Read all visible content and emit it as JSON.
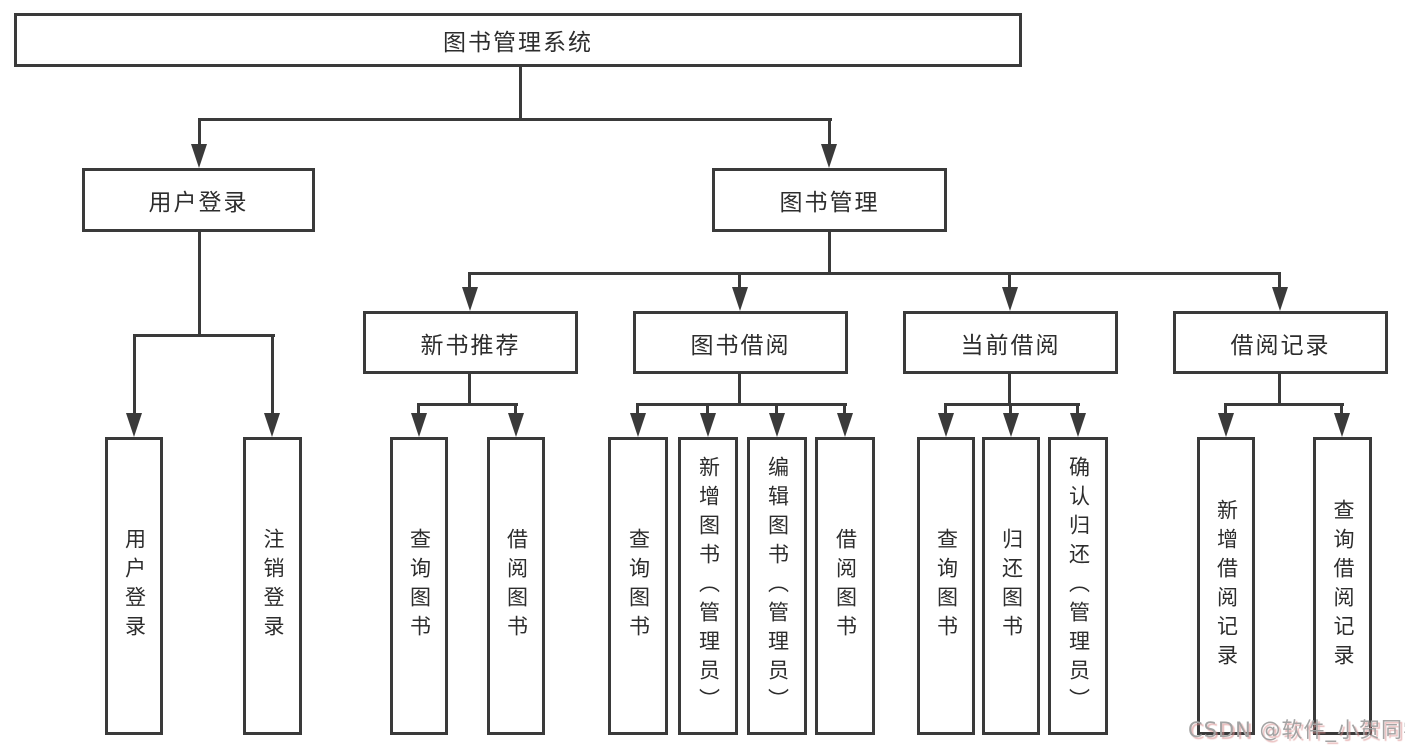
{
  "diagram": {
    "title_node": "图书管理系统",
    "root": {
      "label": "图书管理系统"
    },
    "level2": [
      {
        "label": "用户登录",
        "children": [
          "用户登录",
          "注销登录"
        ]
      },
      {
        "label": "图书管理"
      }
    ],
    "level3": [
      {
        "label": "新书推荐",
        "children": [
          "查询图书",
          "借阅图书"
        ]
      },
      {
        "label": "图书借阅",
        "children": [
          "查询图书",
          "新增图书（管理员）",
          "编辑图书（管理员）",
          "借阅图书"
        ]
      },
      {
        "label": "当前借阅",
        "children": [
          "查询图书",
          "归还图书",
          "确认归还（管理员）"
        ]
      },
      {
        "label": "借阅记录",
        "children": [
          "新增借阅记录",
          "查询借阅记录"
        ]
      }
    ]
  },
  "watermark": {
    "text": "CSDN @软件_小贺同学"
  },
  "colors": {
    "line": "#3a3a3a",
    "box_border": "#3a3a3a",
    "box_fill": "#ffffff",
    "text": "#2d2d2d",
    "watermark": "#a3a3a3"
  }
}
